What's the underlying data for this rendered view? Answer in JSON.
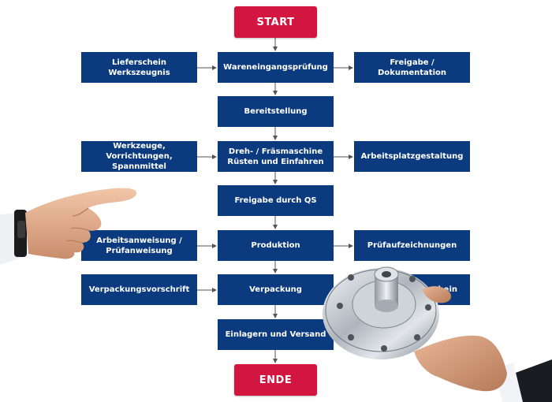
{
  "colors": {
    "box_blue": "#0b3b7e",
    "terminal_red": "#d3163f",
    "connector": "#555555",
    "background": "#ffffff"
  },
  "flowchart": {
    "start": "START",
    "end": "ENDE",
    "main_steps": [
      "Wareneingangsprüfung",
      "Bereitstellung",
      "Dreh- / Fräsmaschine\nRüsten und Einfahren",
      "Freigabe durch QS",
      "Produktion",
      "Verpackung",
      "Einlagern und Versand"
    ],
    "left_inputs": [
      "Lieferschein\nWerkszeugnis",
      "Werkzeuge, Vorrichtungen,\nSpannmittel",
      "Arbeitsanweisung /\nPrüfanweisung",
      "Verpackungsvorschrift"
    ],
    "right_outputs": [
      "Freigabe / Dokumentation",
      "Arbeitsplatzgestaltung",
      "Prüfaufzeichnungen",
      "Lieferschein"
    ]
  },
  "photos": {
    "pointing_hand": "pointing-hand-photo",
    "flange_part": "machined-flange-photo"
  }
}
